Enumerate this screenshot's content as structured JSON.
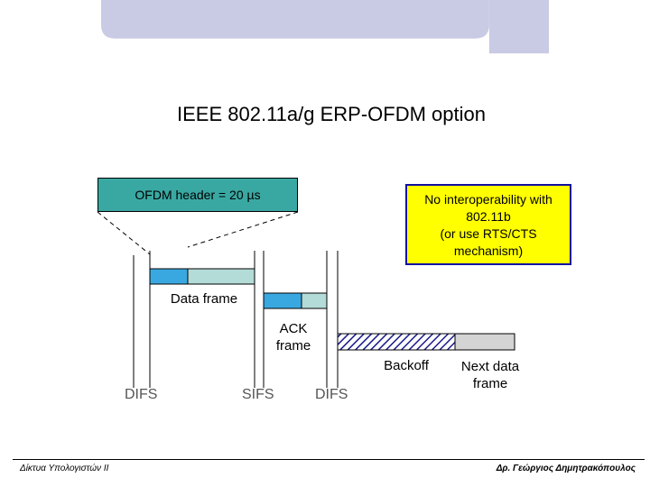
{
  "title": "IEEE 802.11a/g ERP-OFDM option",
  "ofdm_header": "OFDM header = 20 µs",
  "note_lines": [
    "No interoperability with",
    "802.11b",
    "(or use RTS/CTS",
    "mechanism)"
  ],
  "labels": {
    "data_frame": "Data frame",
    "ack_frame_lines": [
      "ACK",
      "frame"
    ],
    "backoff": "Backoff",
    "next_data_frame_lines": [
      "Next data",
      "frame"
    ]
  },
  "timing": {
    "difs_1": "DIFS",
    "sifs": "SIFS",
    "difs_2": "DIFS"
  },
  "footer": {
    "left": "Δίκτυα Υπολογιστών II",
    "right": "Δρ. Γεώργιος Δημητρακόπουλος"
  },
  "colors": {
    "banner": "#c9cbe5",
    "header_blue": "#3aa8e0",
    "body_teal": "#b3dcd8",
    "ofdm_box": "#3aa8a2",
    "note_fill": "#ffff00",
    "note_border": "#1010a0",
    "backoff_hatch": "#1a1a8c",
    "next_frame": "#d4d4d4"
  }
}
